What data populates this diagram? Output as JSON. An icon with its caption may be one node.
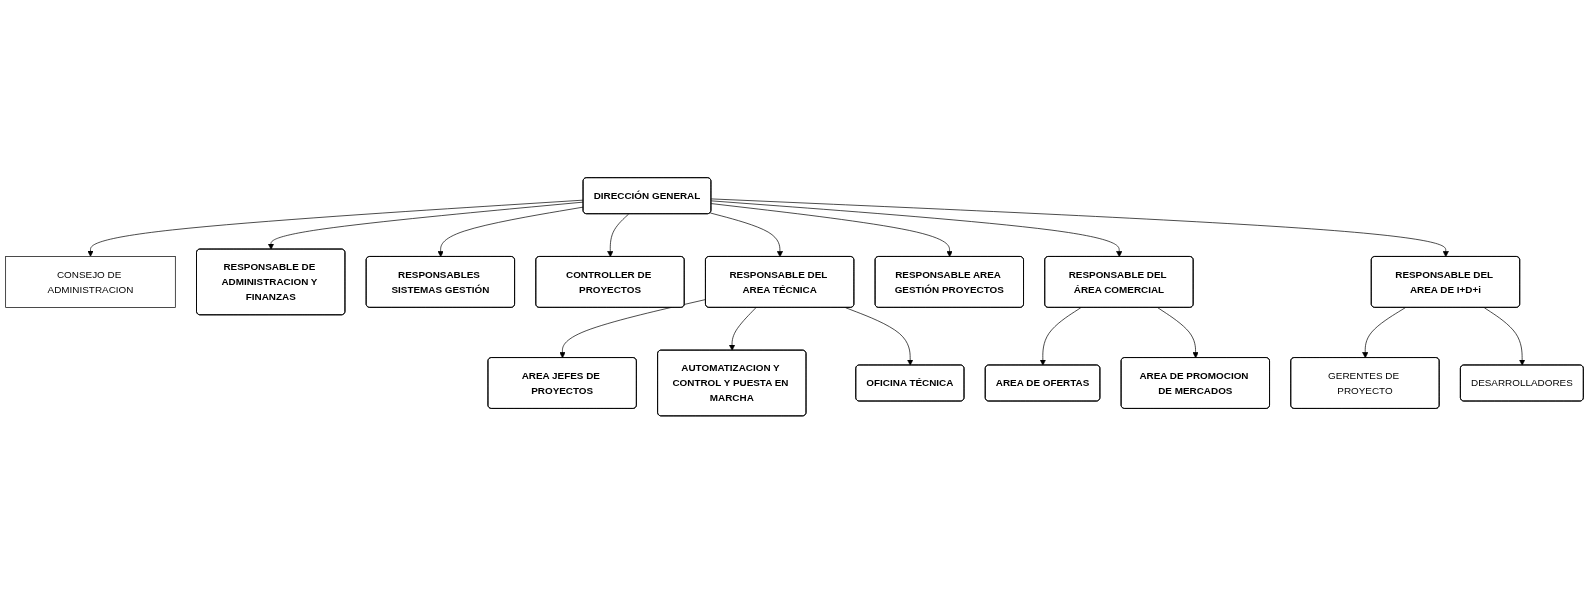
{
  "diagram": {
    "nodes": [
      {
        "text": [
          "DIRECCIÓN GENERAL"
        ]
      },
      {
        "text": [
          "CONSEJO DE ADMINISTRACION"
        ]
      },
      {
        "text": [
          "RESPONSABLE DE ADMINISTRACION Y FINANZAS"
        ]
      },
      {
        "text": [
          "RESPONSABLES SISTEMAS GESTIÓN"
        ]
      },
      {
        "text": [
          "CONTROLLER DE PROYECTOS"
        ]
      },
      {
        "text": [
          "RESPONSABLE DEL AREA TÉCNICA"
        ]
      },
      {
        "text": [
          "RESPONSABLE AREA GESTIÓN PROYECTOS"
        ]
      },
      {
        "text": [
          "RESPONSABLE DEL ÁREA COMERCIAL"
        ]
      },
      {
        "text": [
          "RESPONSABLE DEL AREA DE I+D+i"
        ]
      },
      {
        "text": [
          "AREA JEFES DE PROYECTOS"
        ]
      },
      {
        "text": [
          "AUTOMATIZACION Y CONTROL Y PUESTA EN MARCHA"
        ]
      },
      {
        "text": [
          "OFICINA TÉCNICA"
        ]
      },
      {
        "text": [
          "AREA DE OFERTAS"
        ]
      },
      {
        "text": [
          "AREA DE PROMOCION DE MERCADOS"
        ]
      },
      {
        "text": [
          "GERENTES DE PROYECTO"
        ]
      },
      {
        "text": [
          "DESARROLLADORES"
        ]
      }
    ],
    "edges": [
      {
        "from": 0,
        "to": 1,
        "arrow": "to"
      },
      {
        "from": 0,
        "to": 2,
        "arrow": "to"
      },
      {
        "from": 0,
        "to": 3,
        "arrow": "to"
      },
      {
        "from": 0,
        "to": 4,
        "arrow": "to"
      },
      {
        "from": 0,
        "to": 5,
        "arrow": "to"
      },
      {
        "from": 0,
        "to": 6,
        "arrow": "to"
      },
      {
        "from": 0,
        "to": 7,
        "arrow": "to"
      },
      {
        "from": 0,
        "to": 8,
        "arrow": "to"
      },
      {
        "from": 5,
        "to": 9,
        "arrow": "to"
      },
      {
        "from": 5,
        "to": 10,
        "arrow": "to"
      },
      {
        "from": 5,
        "to": 11,
        "arrow": "to"
      },
      {
        "from": 7,
        "to": 12,
        "arrow": "to"
      },
      {
        "from": 7,
        "to": 13,
        "arrow": "to"
      },
      {
        "from": 8,
        "to": 14,
        "arrow": "to"
      },
      {
        "from": 8,
        "to": 15,
        "arrow": "to"
      }
    ]
  }
}
